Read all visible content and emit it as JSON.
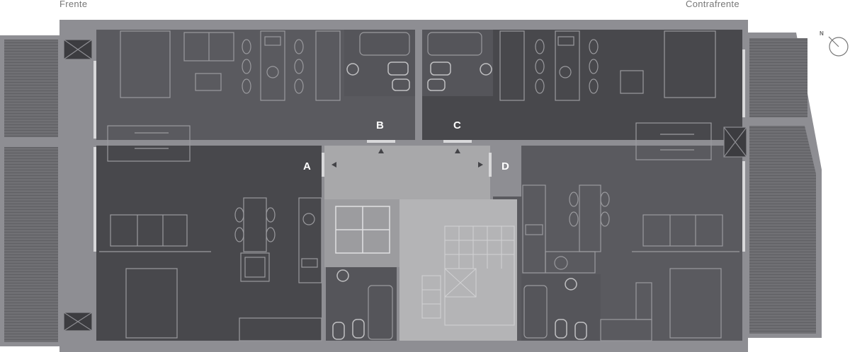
{
  "labels": {
    "front": "Frente",
    "back": "Contrafrente",
    "north": "N"
  },
  "units": [
    {
      "letter": "A"
    },
    {
      "letter": "B"
    },
    {
      "letter": "C"
    },
    {
      "letter": "D"
    }
  ],
  "colors": {
    "outer_wall": "#8e8e93",
    "unit_dark": "#48484c",
    "unit_mid": "#5a5a5f",
    "core": "#a8a8aa",
    "stair": "#b4b4b6",
    "balcony": "#7a7a7e",
    "furniture": "#9a9a9e"
  }
}
